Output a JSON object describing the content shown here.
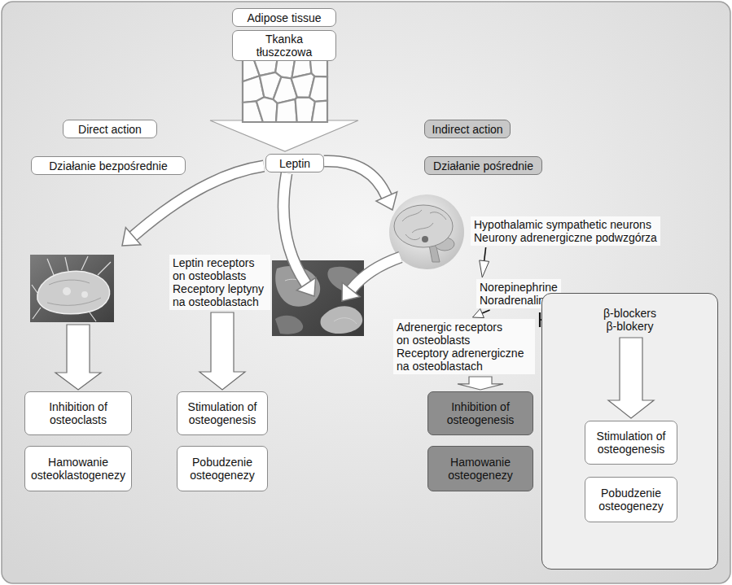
{
  "diagram": {
    "nodes": [
      {
        "text": [
          "Adipose tissue"
        ]
      },
      {
        "text": [
          "Tkanka tłuszczowa"
        ]
      },
      {
        "text": [
          "Direct action"
        ]
      },
      {
        "text": [
          "Indirect action"
        ]
      },
      {
        "text": [
          "Działanie bezpośrednie"
        ]
      },
      {
        "text": [
          "Działanie pośrednie"
        ]
      },
      {
        "text": [
          "Leptin"
        ]
      },
      {
        "text": [
          "Hypothalamic sympathetic neurons",
          "Neurony adrenergiczne podwzgórza"
        ]
      },
      {
        "text": [
          "Norepinephrine",
          "Noradrenalina"
        ]
      },
      {
        "text": [
          "Leptin receptors on osteoblasts",
          "Receptory leptyny na osteoblastach"
        ]
      },
      {
        "text": [
          "Adrenergic receptors on osteoblasts",
          "Receptory adrenergiczne na osteoblastach"
        ]
      },
      {
        "text": [
          "β-blockers",
          "β-blokery"
        ]
      },
      {
        "text": [
          "Inhibition of osteoclasts"
        ]
      },
      {
        "text": [
          "Stimulation of osteogenesis"
        ]
      },
      {
        "text": [
          "Inhibition of osteogenesis"
        ]
      },
      {
        "text": [
          "Stimulation of osteogenesis"
        ],
        "in": 11
      },
      {
        "text": [
          "Hamowanie osteoklastogenezy"
        ]
      },
      {
        "text": [
          "Pobudzenie osteogenezy"
        ]
      },
      {
        "text": [
          "Hamowanie osteogenezy"
        ]
      },
      {
        "text": [
          "Pobudzenie osteogenezy"
        ],
        "in": 11
      }
    ],
    "edges": [
      {
        "from": 7,
        "to": 8,
        "arrow": "to"
      },
      {
        "from": 8,
        "to": 10,
        "arrow": "to"
      },
      {
        "from": 9,
        "to": 13,
        "arrow": "to"
      },
      {
        "from": 10,
        "to": 14,
        "arrow": "to"
      },
      {
        "from": 11,
        "to": 10,
        "arrow": "to"
      }
    ]
  }
}
